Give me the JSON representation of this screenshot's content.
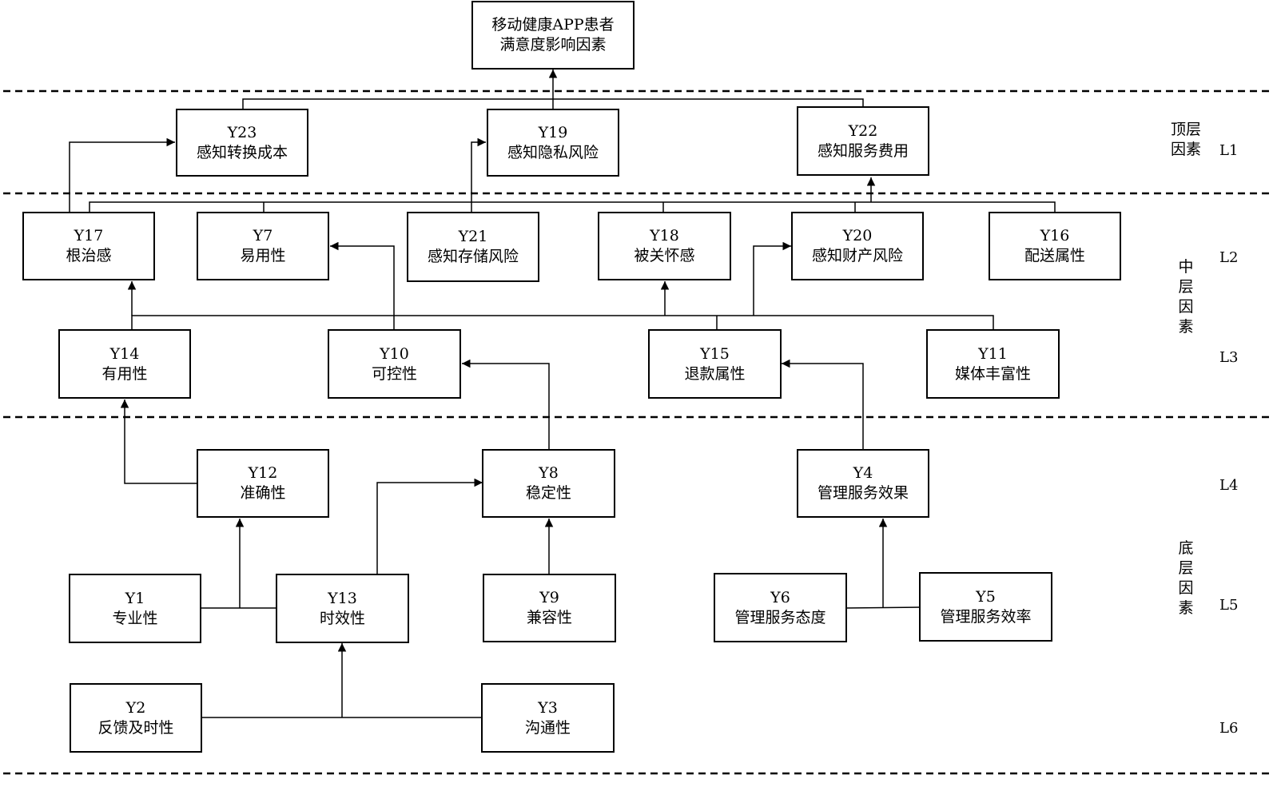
{
  "root": {
    "line1": "移动健康APP患者",
    "line2": "满意度影响因素"
  },
  "nodes": {
    "y23": {
      "id": "Y23",
      "label": "感知转换成本"
    },
    "y19": {
      "id": "Y19",
      "label": "感知隐私风险"
    },
    "y22": {
      "id": "Y22",
      "label": "感知服务费用"
    },
    "y17": {
      "id": "Y17",
      "label": "根治感"
    },
    "y7": {
      "id": "Y7",
      "label": "易用性"
    },
    "y21": {
      "id": "Y21",
      "label": "感知存储风险"
    },
    "y18": {
      "id": "Y18",
      "label": "被关怀感"
    },
    "y20": {
      "id": "Y20",
      "label": "感知财产风险"
    },
    "y16": {
      "id": "Y16",
      "label": "配送属性"
    },
    "y14": {
      "id": "Y14",
      "label": "有用性"
    },
    "y10": {
      "id": "Y10",
      "label": "可控性"
    },
    "y15": {
      "id": "Y15",
      "label": "退款属性"
    },
    "y11": {
      "id": "Y11",
      "label": "媒体丰富性"
    },
    "y12": {
      "id": "Y12",
      "label": "准确性"
    },
    "y8": {
      "id": "Y8",
      "label": "稳定性"
    },
    "y4": {
      "id": "Y4",
      "label": "管理服务效果"
    },
    "y1": {
      "id": "Y1",
      "label": "专业性"
    },
    "y13": {
      "id": "Y13",
      "label": "时效性"
    },
    "y9": {
      "id": "Y9",
      "label": "兼容性"
    },
    "y6": {
      "id": "Y6",
      "label": "管理服务态度"
    },
    "y5": {
      "id": "Y5",
      "label": "管理服务效率"
    },
    "y2": {
      "id": "Y2",
      "label": "反馈及时性"
    },
    "y3": {
      "id": "Y3",
      "label": "沟通性"
    }
  },
  "side_labels": {
    "top": [
      "顶层",
      "因素"
    ],
    "middle": [
      "中",
      "层",
      "因",
      "素"
    ],
    "bottom": [
      "底",
      "层",
      "因",
      "素"
    ]
  },
  "levels": [
    "L1",
    "L2",
    "L3",
    "L4",
    "L5",
    "L6"
  ]
}
